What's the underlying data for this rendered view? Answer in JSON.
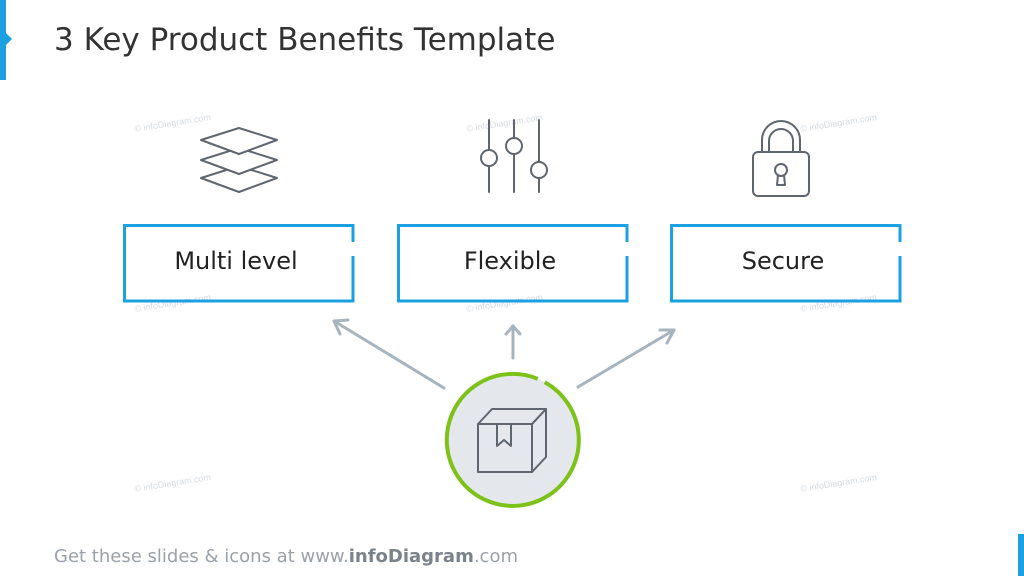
{
  "slide": {
    "title": "3 Key Product Benefits Template",
    "watermark": "© infoDiagram.com",
    "benefits": [
      {
        "label": "Multi level",
        "icon": "layers-icon"
      },
      {
        "label": "Flexible",
        "icon": "sliders-icon"
      },
      {
        "label": "Secure",
        "icon": "padlock-icon"
      }
    ],
    "center": {
      "icon": "package-box-icon"
    },
    "footer": {
      "prefix": "Get these slides & icons at www.",
      "brand": "infoDiagram",
      "suffix": ".com"
    },
    "colors": {
      "accent_blue": "#1ba1e2",
      "accent_green": "#7cc219",
      "arrow_gray": "#a6b4c0",
      "icon_gray": "#5f6670",
      "circle_fill": "#e4e7eb"
    }
  }
}
